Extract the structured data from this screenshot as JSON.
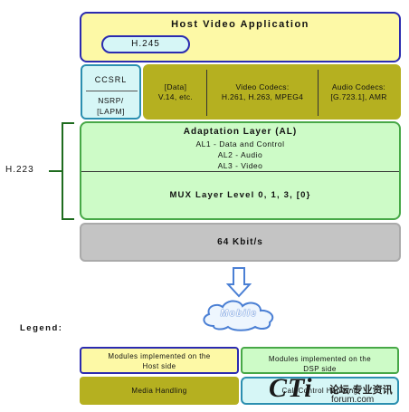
{
  "host": {
    "title": "Host Video Application",
    "h245": "H.245"
  },
  "ccsrl": {
    "top": "CCSRL",
    "bottom_line1": "NSRP/",
    "bottom_line2": "[LAPM]"
  },
  "media": {
    "data_line1": "[Data]",
    "data_line2": "V.14, etc.",
    "video_line1": "Video Codecs:",
    "video_line2": "H.261, H.263, MPEG4",
    "audio_line1": "Audio Codecs:",
    "audio_line2": "[G.723.1], AMR"
  },
  "h223": {
    "label": "H.223"
  },
  "adaptation": {
    "title": "Adaptation Layer (AL)",
    "al1": "AL1 - Data and Control",
    "al2": "AL2 - Audio",
    "al3": "AL3 - Video"
  },
  "mux": {
    "label": "MUX Layer Level 0, 1, 3, [0}"
  },
  "bitrate": {
    "label": "64 Kbit/s"
  },
  "mobile": {
    "label": "Mobile"
  },
  "legend": {
    "title": "Legend:",
    "host_line1": "Modules implemented on the",
    "host_line2": "Host side",
    "dsp_line1": "Modules implemented on the",
    "dsp_line2": "DSP side",
    "media": "Media Handling",
    "call": "Call Control Handling"
  },
  "watermark": {
    "brand": "CTi",
    "cn": "论坛·专业资讯",
    "site": "forum.com"
  },
  "colors": {
    "host": "#fdf9a6",
    "host_border": "#2b2bb0",
    "ccsrl": "#d6f6f6",
    "media": "#b5b020",
    "dsp": "#cdfbc7",
    "dsp_border": "#47a847",
    "link": "#c4c4c4",
    "arrow": "#4a7fd4"
  }
}
